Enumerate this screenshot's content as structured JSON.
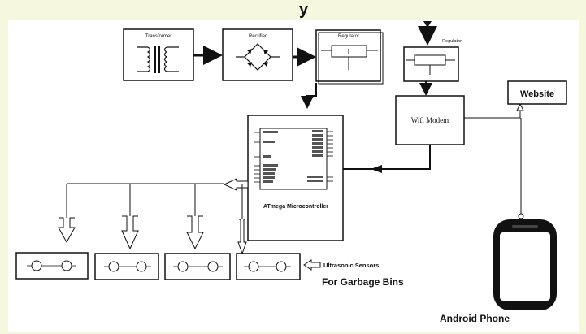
{
  "diagram": {
    "header_fragment": "y",
    "blocks": {
      "transformer": "Transformer",
      "rectifier": "Rectifier",
      "regulator_main": "Regulator",
      "regulator_wifi": "Regulator",
      "wifi_modem": "Wifi Modem",
      "website": "Website",
      "microcontroller": "ATmega Microcontroller",
      "android_phone": "Android Phone"
    },
    "sensors_label": "Ultrasonic Sensors",
    "bins_label": "For Garbage Bins",
    "colors": {
      "background": "#f6f7df",
      "panel": "#ffffff",
      "ink": "#111111"
    }
  }
}
